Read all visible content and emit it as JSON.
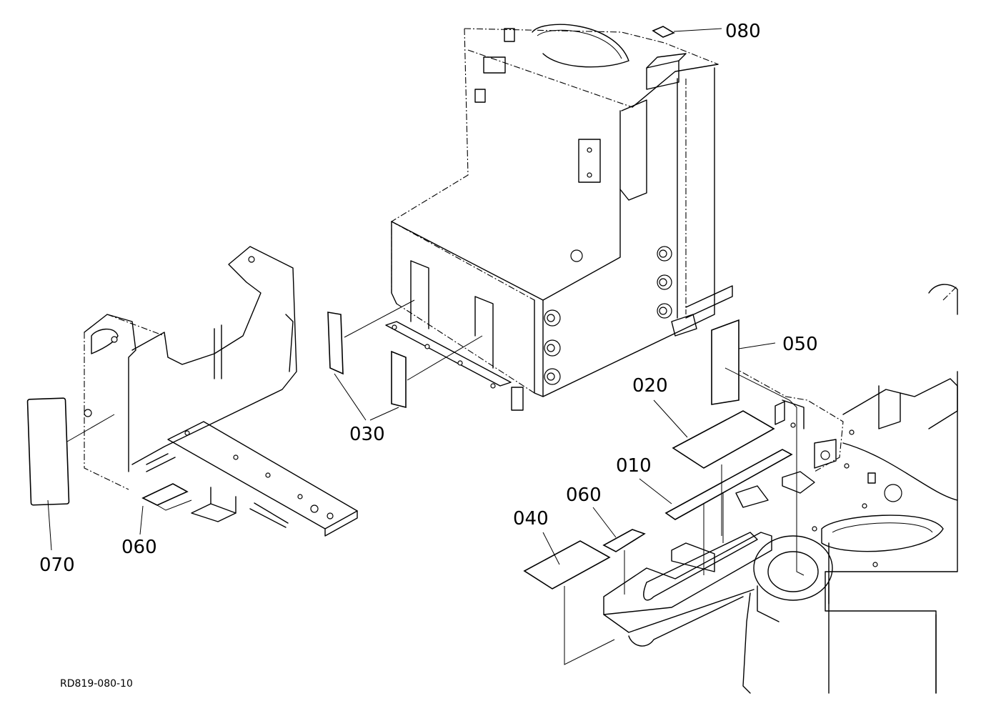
{
  "diagram": {
    "drawing_number": "RD819-080-10",
    "part_labels": {
      "p010": "010",
      "p020": "020",
      "p030": "030",
      "p040": "040",
      "p050": "050",
      "p060a": "060",
      "p060b": "060",
      "p070": "070",
      "p080": "080"
    }
  }
}
